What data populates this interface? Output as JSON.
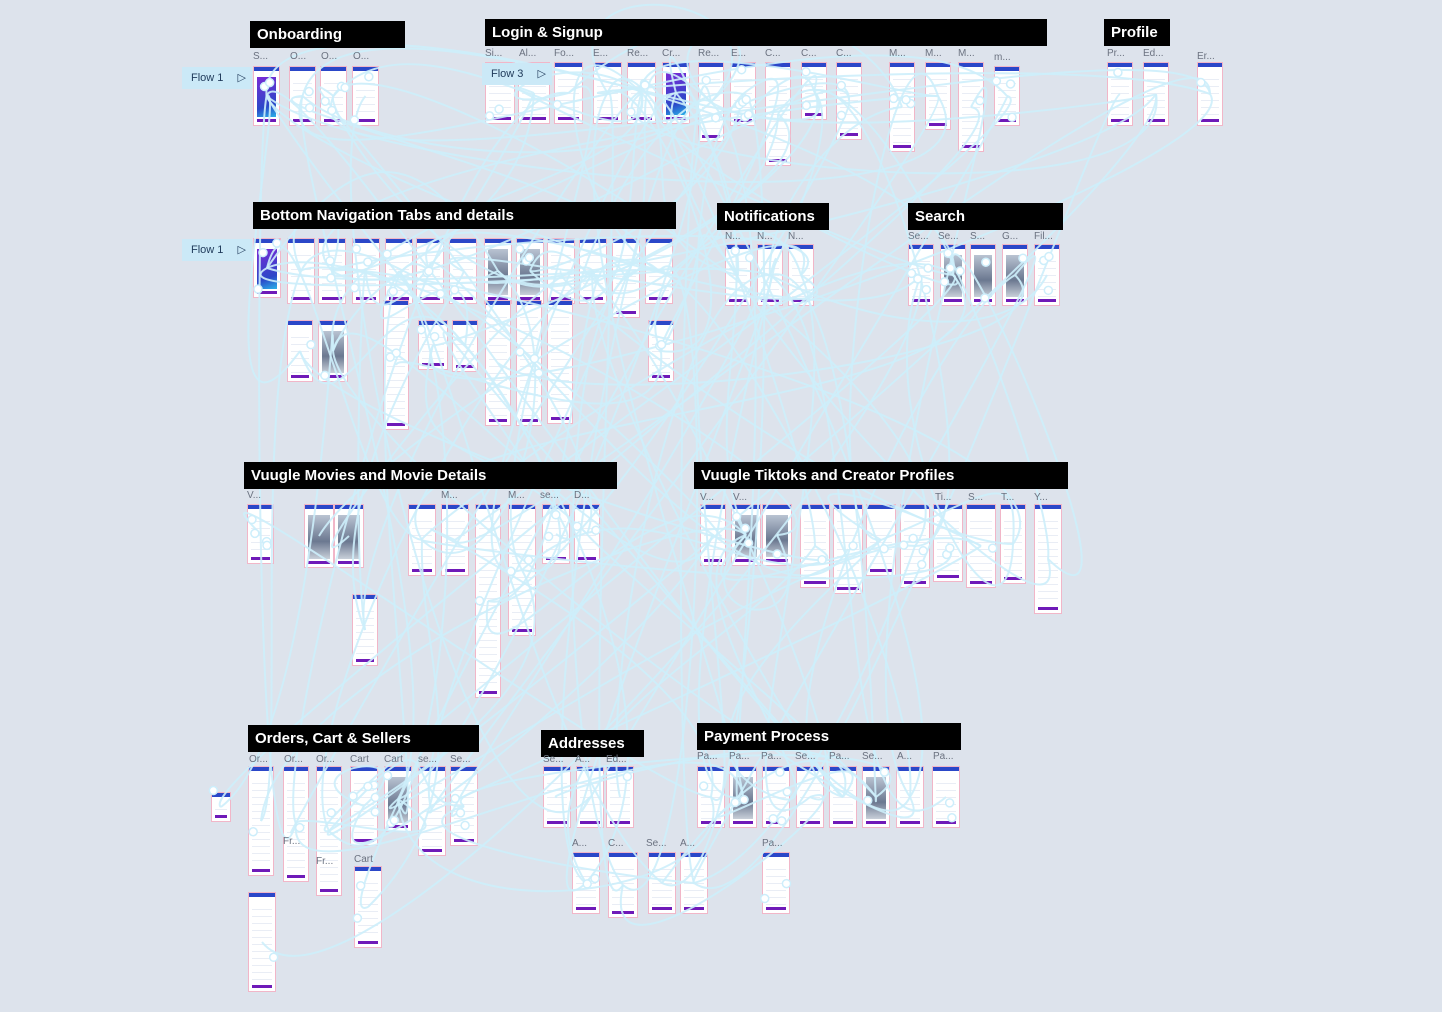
{
  "canvas": {
    "background": "#dde3ec",
    "wire_color": "#cdeefb",
    "header_color": "#000000"
  },
  "sections": [
    {
      "id": "onboarding",
      "title": "Onboarding"
    },
    {
      "id": "login",
      "title": "Login & Signup"
    },
    {
      "id": "profile",
      "title": "Profile"
    },
    {
      "id": "bottom-nav",
      "title": "Bottom Navigation Tabs and details"
    },
    {
      "id": "notifications",
      "title": "Notifications"
    },
    {
      "id": "search",
      "title": "Search"
    },
    {
      "id": "movies",
      "title": "Vuugle Movies and Movie Details"
    },
    {
      "id": "tiktoks",
      "title": "Vuugle Tiktoks and Creator Profiles"
    },
    {
      "id": "orders",
      "title": "Orders, Cart & Sellers"
    },
    {
      "id": "addresses",
      "title": "Addresses"
    },
    {
      "id": "payment",
      "title": "Payment Process"
    }
  ],
  "flows": [
    {
      "label": "Flow 1"
    },
    {
      "label": "Flow 3"
    },
    {
      "label": "Flow 1"
    }
  ],
  "frame_labels": [
    "S...",
    "O...",
    "O...",
    "O...",
    "Si...",
    "Al...",
    "Fo...",
    "E...",
    "Re...",
    "Cr...",
    "Re...",
    "E...",
    "C...",
    "C...",
    "C...",
    "M...",
    "M...",
    "M...",
    "m...",
    "Pr...",
    "Ed...",
    "Er...",
    "N...",
    "N...",
    "N...",
    "Se...",
    "Se...",
    "S...",
    "G...",
    "Fil...",
    "V...",
    "M...",
    "M...",
    "se...",
    "D...",
    "V...",
    "V...",
    "Ti...",
    "S...",
    "T...",
    "Y...",
    "Or...",
    "Or...",
    "Or...",
    "Cart",
    "Cart",
    "se...",
    "Se...",
    "Fr...",
    "Fr...",
    "Cart",
    "Se...",
    "A...",
    "Ed...",
    "A...",
    "C...",
    "Se...",
    "A...",
    "Pa...",
    "Pa...",
    "Pa...",
    "Se...",
    "Pa...",
    "Se...",
    "A...",
    "Pa...",
    "Pa..."
  ]
}
